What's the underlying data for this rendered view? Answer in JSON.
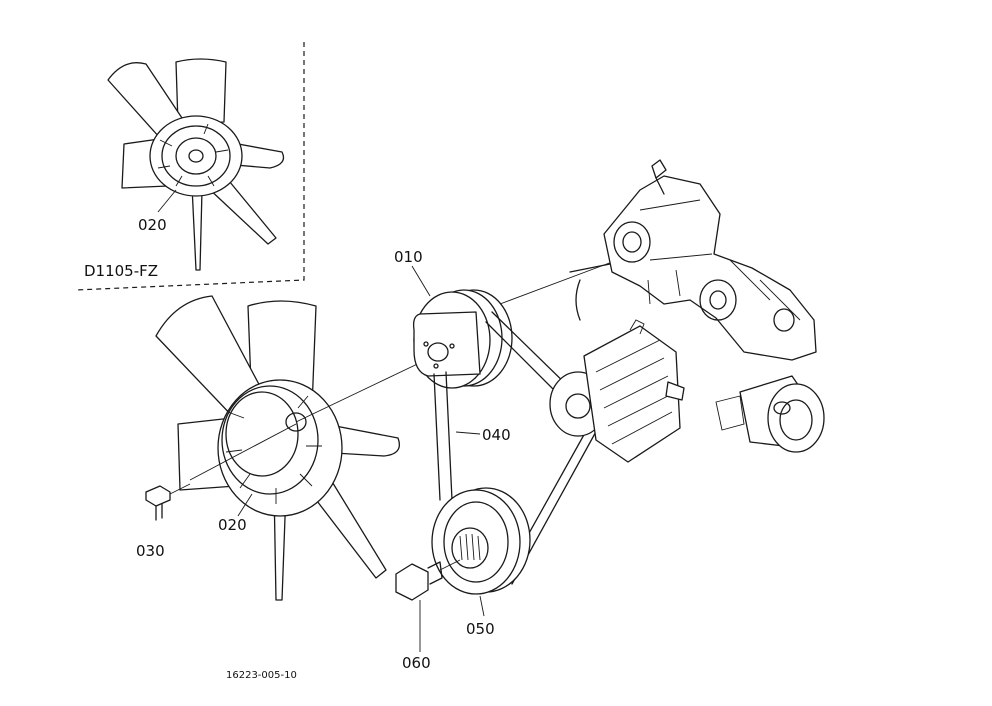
{
  "inset": {
    "variant_label": "D1105-FZ",
    "fan_callout": "020"
  },
  "callouts": {
    "fan_pulley": "010",
    "fan": "020",
    "fan_bolt": "030",
    "v_belt": "040",
    "crank_pulley": "050",
    "pulley_bolt": "060"
  },
  "figure_code": "16223-005-10"
}
